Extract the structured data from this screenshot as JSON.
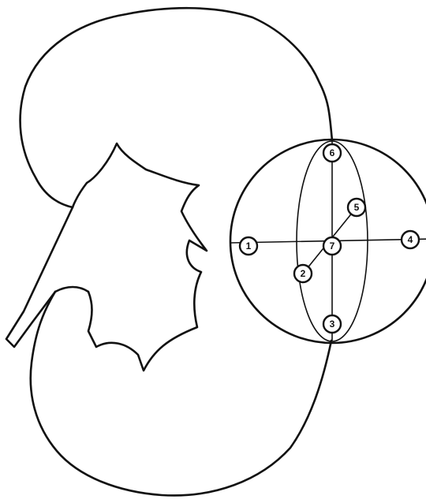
{
  "diagram": {
    "points": [
      {
        "id": "p1",
        "label": "1"
      },
      {
        "id": "p2",
        "label": "2"
      },
      {
        "id": "p3",
        "label": "3"
      },
      {
        "id": "p4",
        "label": "4"
      },
      {
        "id": "p5",
        "label": "5"
      },
      {
        "id": "p6",
        "label": "6"
      },
      {
        "id": "p7",
        "label": "7"
      }
    ]
  }
}
